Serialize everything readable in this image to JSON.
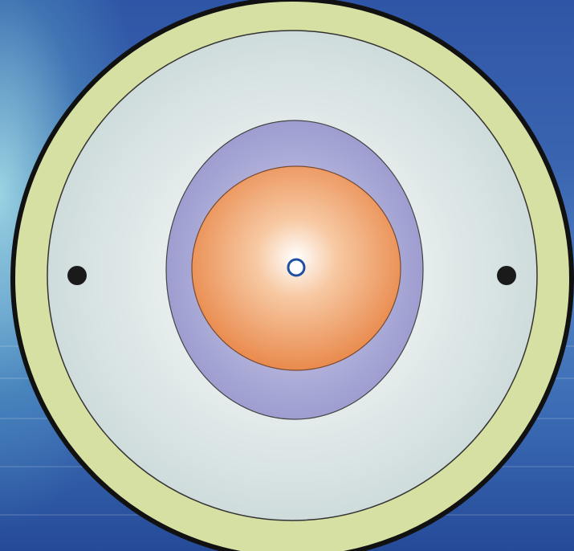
{
  "diagram": {
    "layers": [
      {
        "name": "outer-shell",
        "color": "#d7e0a3"
      },
      {
        "name": "mid-region",
        "color": "#dbe6e6"
      },
      {
        "name": "inner-envelope",
        "color": "#a7a7d6"
      },
      {
        "name": "core",
        "color": "#ef9e66"
      },
      {
        "name": "center-nucleus",
        "color": "#ffffff"
      }
    ],
    "markers": [
      {
        "name": "left-dot",
        "color": "#1a1a1a"
      },
      {
        "name": "right-dot",
        "color": "#1a1a1a"
      }
    ],
    "background": {
      "top": "#2f56a6",
      "middle": "#4f80c2",
      "bottom": "#254a98",
      "glow": "#aae6eb"
    }
  }
}
